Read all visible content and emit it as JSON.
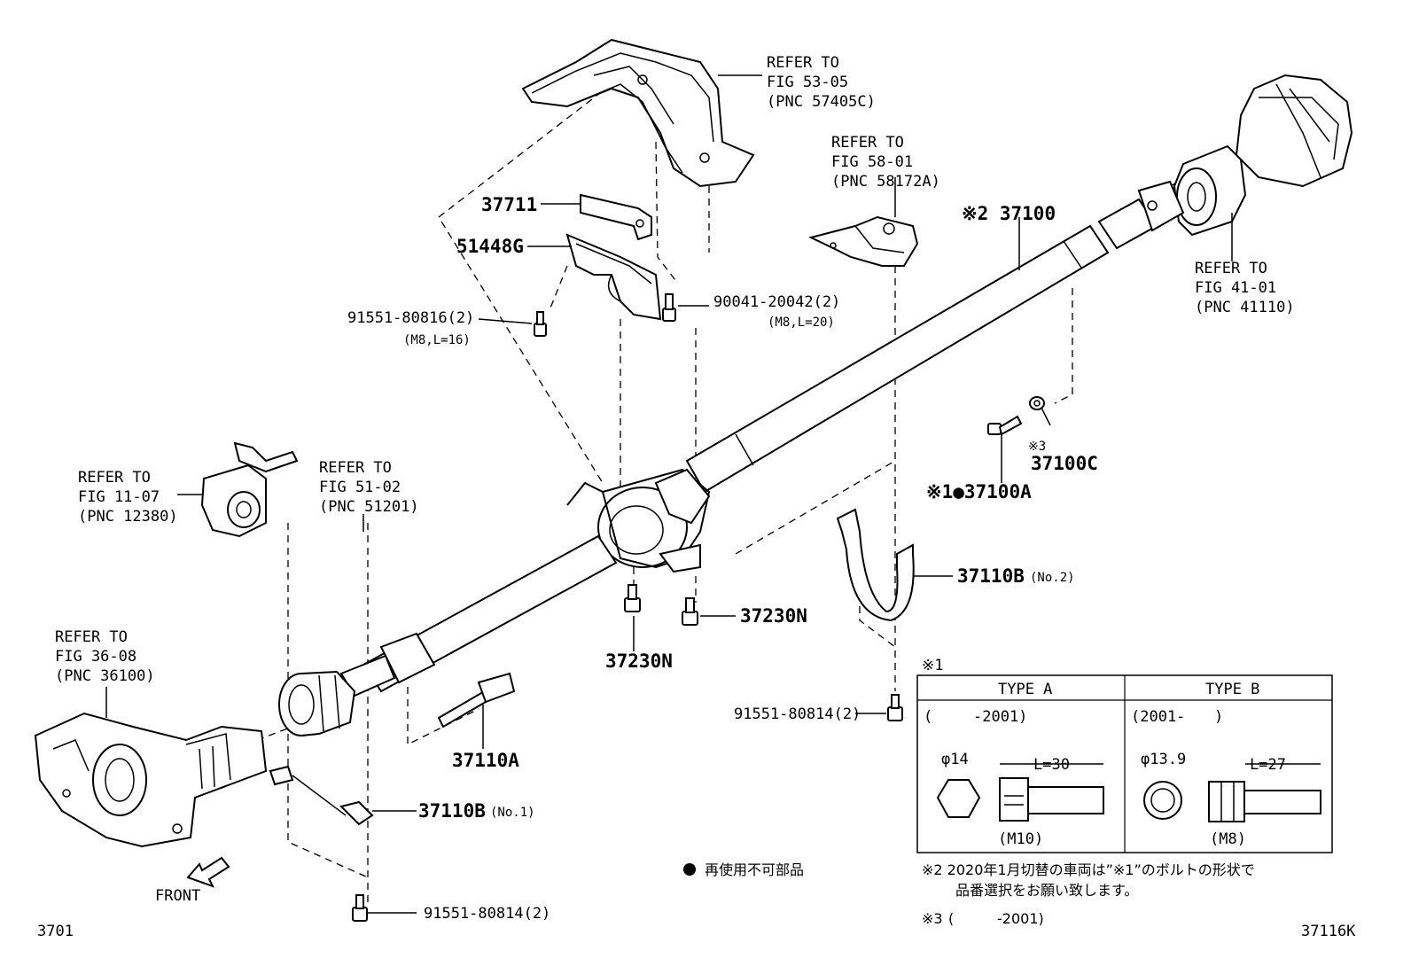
{
  "refs": {
    "fig53": [
      "REFER TO",
      "FIG 53-05",
      "(PNC 57405C)"
    ],
    "fig58": [
      "REFER TO",
      "FIG 58-01",
      "(PNC 58172A)"
    ],
    "fig41": [
      "REFER TO",
      "FIG 41-01",
      "(PNC 41110)"
    ],
    "fig11": [
      "REFER TO",
      "FIG 11-07",
      "(PNC 12380)"
    ],
    "fig51": [
      "REFER TO",
      "FIG 51-02",
      "(PNC 51201)"
    ],
    "fig36": [
      "REFER TO",
      "FIG 36-08",
      "(PNC 36100)"
    ]
  },
  "parts": {
    "p37711": "37711",
    "p51448g": "51448G",
    "p91551_80816": "91551-80816(2)",
    "p91551_80816_spec": "(M8,L=16)",
    "p90041": "90041-20042(2)",
    "p90041_spec": "(M8,L=20)",
    "p37100": "※2 37100",
    "p37100c_mark": "※3",
    "p37100c": "37100C",
    "p37100a": "※1●37100A",
    "p37110b2": "37110B",
    "p37110b2_no": "(No.2)",
    "p37230n_a": "37230N",
    "p37230n_b": "37230N",
    "p37110a": "37110A",
    "p37110b1": "37110B",
    "p37110b1_no": "(No.1)",
    "p91551_80814_a": "91551-80814(2)",
    "p91551_80814_b": "91551-80814(2)"
  },
  "table": {
    "mark": "※1",
    "col_a": "TYPE A",
    "col_b": "TYPE B",
    "range_a_open": "(",
    "range_a_val": "-2001)",
    "range_b_val": "(2001-",
    "range_b_close": ")",
    "dia_a": "φ14",
    "len_a": "L=30",
    "thread_a": "(M10)",
    "dia_b": "φ13.9",
    "len_b": "L=27",
    "thread_b": "(M8)"
  },
  "notes": {
    "legend_text": "再使用不可部品",
    "n2_line1": "※2 2020年1月切替の車両は”※1”のボルトの形状で",
    "n2_line2": "品番選択をお願い致します。",
    "n3_mark": "※3",
    "n3_open": "(",
    "n3_val": "-2001)"
  },
  "front_label": "FRONT",
  "fig_num_left": "3701",
  "fig_num_right": "37116K"
}
